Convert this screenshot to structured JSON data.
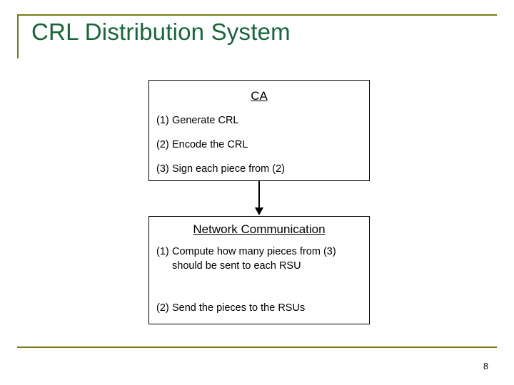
{
  "slide": {
    "title": "CRL Distribution System",
    "page_number": "8",
    "accent_color": "#7a7a12",
    "title_color": "#16663a"
  },
  "diagram": {
    "boxes": [
      {
        "heading": "CA",
        "steps": [
          {
            "num": "(1)",
            "text": "Generate CRL"
          },
          {
            "num": "(2)",
            "text": "Encode the CRL"
          },
          {
            "num": "(3)",
            "text": "Sign each piece from (2)"
          }
        ]
      },
      {
        "heading": "Network Communication",
        "steps": [
          {
            "num": "(1)",
            "text": "Compute how many pieces from (3) should be sent to each RSU"
          },
          {
            "num": "(2)",
            "text": "Send the pieces to the RSUs"
          }
        ]
      }
    ],
    "connector": "down-arrow"
  }
}
